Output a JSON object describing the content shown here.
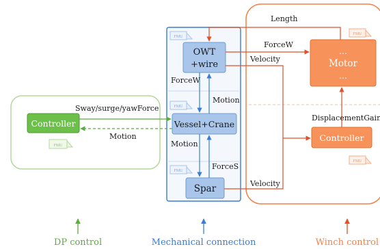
{
  "groups": {
    "dp": {
      "caption": "DP control",
      "color": "#5aac3e"
    },
    "mech": {
      "caption": "Mechanical connection",
      "color": "#3a7cd6"
    },
    "winch": {
      "caption": "Winch control",
      "color": "#f0824a"
    }
  },
  "blocks": {
    "dp_controller": "Controller",
    "owt_line1": "OWT",
    "owt_line2": "+wire",
    "vessel": "Vessel+Crane",
    "spar": "Spar",
    "motor_dots_top": "…",
    "motor": "Motor",
    "motor_dots_bottom": "…",
    "winch_controller": "Controller"
  },
  "edge_labels": {
    "sway": "Sway/surge/yawForce",
    "motion_dp": "Motion",
    "length": "Length",
    "forcew_top": "ForceW",
    "velocity_top": "Velocity",
    "forcew_left": "ForceW",
    "motion_upper": "Motion",
    "motion_lower": "Motion",
    "forces": "ForceS",
    "velocity_bottom": "Velocity",
    "displacement_gain": "DisplacementGain"
  },
  "fmu_tag": "FMU",
  "colors": {
    "green_block": "#6cc04a",
    "blue_block": "#a9c6ea",
    "orange_block": "#f7935a",
    "arrow_red": "#e0502c",
    "arrow_blue": "#3a7cd6",
    "arrow_green": "#5aac3e"
  }
}
